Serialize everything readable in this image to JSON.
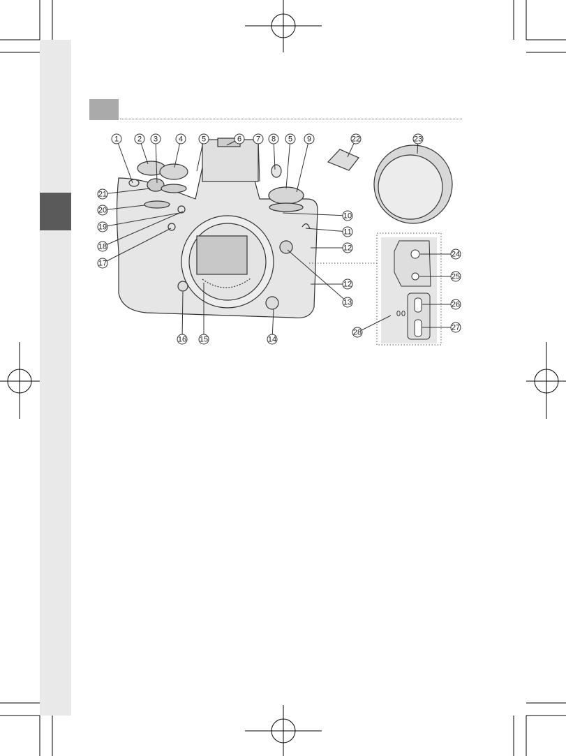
{
  "diagram": {
    "callouts": [
      "1",
      "2",
      "3",
      "4",
      "5",
      "6",
      "7",
      "8",
      "5",
      "9",
      "22",
      "23",
      "21",
      "20",
      "10",
      "11",
      "19",
      "18",
      "12",
      "17",
      "12",
      "13",
      "24",
      "25",
      "26",
      "27",
      "28",
      "16",
      "15",
      "14"
    ],
    "colors": {
      "body": "#e6e6e6",
      "outline": "#333333",
      "section_box": "#aaaaaa",
      "side_tab": "#5a5a5a"
    }
  }
}
